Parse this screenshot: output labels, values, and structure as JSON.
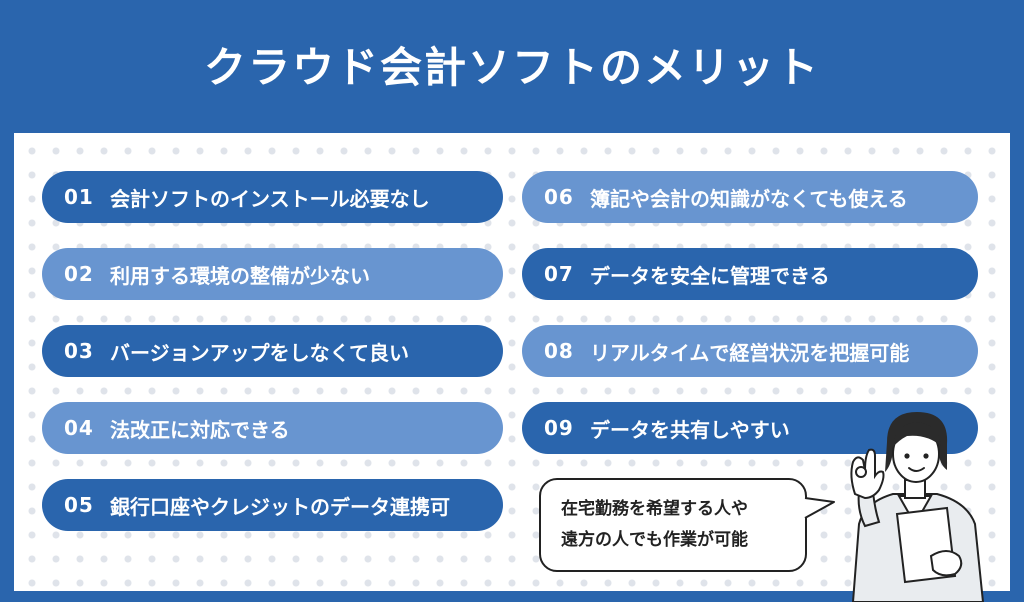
{
  "title": "クラウド会計ソフトのメリット",
  "items": [
    {
      "num": "01",
      "text": "会計ソフトのインストール必要なし"
    },
    {
      "num": "02",
      "text": "利用する環境の整備が少ない"
    },
    {
      "num": "03",
      "text": "バージョンアップをしなくて良い"
    },
    {
      "num": "04",
      "text": "法改正に対応できる"
    },
    {
      "num": "05",
      "text": "銀行口座やクレジットのデータ連携可"
    },
    {
      "num": "06",
      "text": "簿記や会計の知識がなくても使える"
    },
    {
      "num": "07",
      "text": "データを安全に管理できる"
    },
    {
      "num": "08",
      "text": "リアルタイムで経営状況を把握可能"
    },
    {
      "num": "09",
      "text": "データを共有しやすい"
    }
  ],
  "bubble": {
    "line1": "在宅勤務を希望する人や",
    "line2": "遠方の人でも作業が可能"
  },
  "colors": {
    "background": "#2a65ad",
    "pill_dark": "#2a65ad",
    "pill_light": "#6895d0",
    "panel": "#ffffff",
    "dots": "#dfe3ea"
  },
  "icons": {
    "illustration": "woman-ok-gesture-icon"
  }
}
